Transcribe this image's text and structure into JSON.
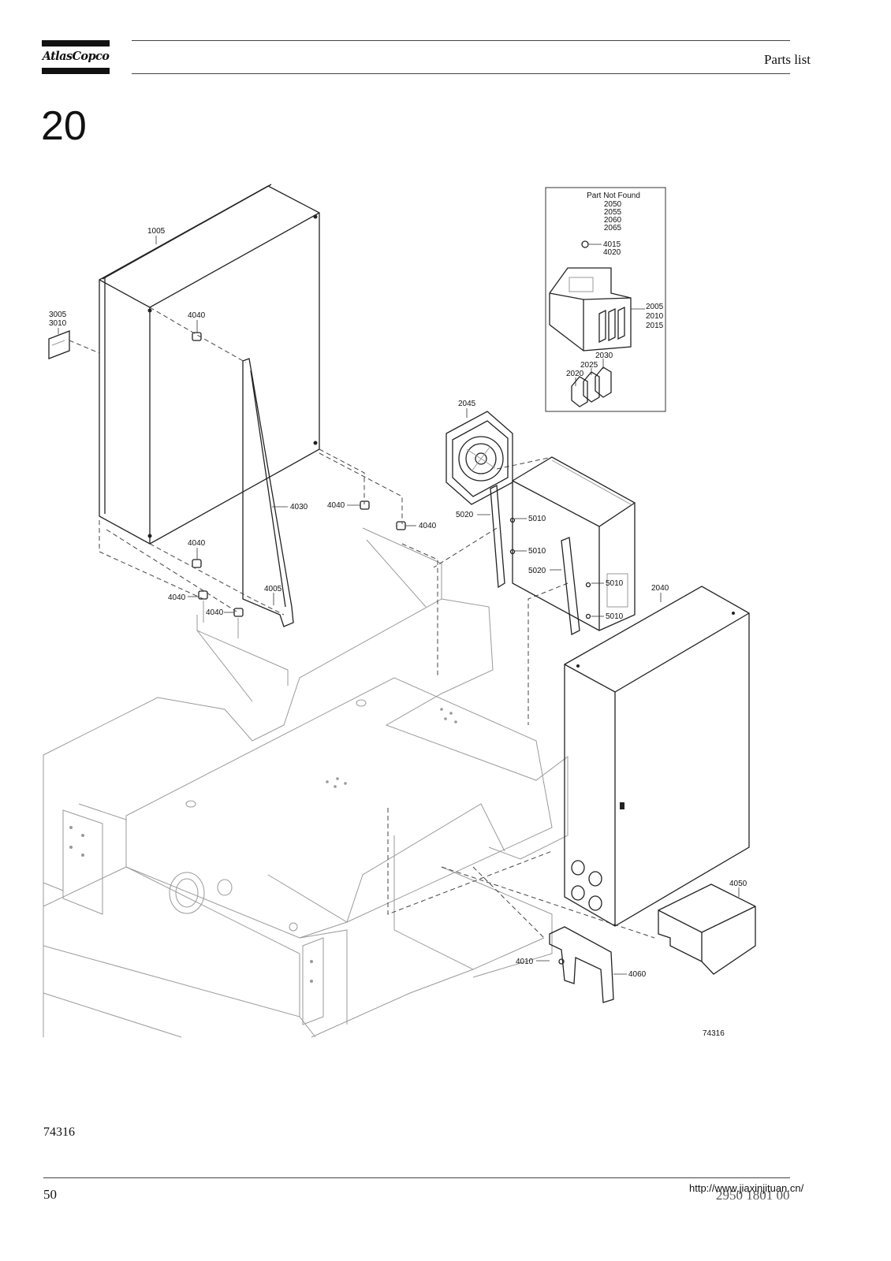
{
  "header": {
    "brand": "AtlasCopco",
    "label": "Parts list"
  },
  "section_number": "20",
  "drawing": {
    "inset": {
      "title": "Part Not Found",
      "codes": [
        "2050",
        "2055",
        "2060",
        "2065"
      ]
    },
    "callouts": {
      "c1005": "1005",
      "c3005": "3005",
      "c3010": "3010",
      "c4040a": "4040",
      "c4030": "4030",
      "c4040b": "4040",
      "c4040c": "4040",
      "c4040d": "4040",
      "c4040e": "4040",
      "c4040f": "4040",
      "c4005": "4005",
      "c4015": "4015",
      "c4020": "4020",
      "c2005": "2005",
      "c2010": "2010",
      "c2015": "2015",
      "c2030": "2030",
      "c2025": "2025",
      "c2020": "2020",
      "c2045": "2045",
      "c5020a": "5020",
      "c5010a": "5010",
      "c5010b": "5010",
      "c5020b": "5020",
      "c5010c": "5010",
      "c5010d": "5010",
      "c2040": "2040",
      "c4050": "4050",
      "c4010": "4010",
      "c4060": "4060"
    },
    "drawing_number": "74316"
  },
  "footer": {
    "figure_id": "74316",
    "page_number": "50",
    "doc_number": "2950 1801 00",
    "url": "http://www.jiaxinjituan.cn/"
  }
}
